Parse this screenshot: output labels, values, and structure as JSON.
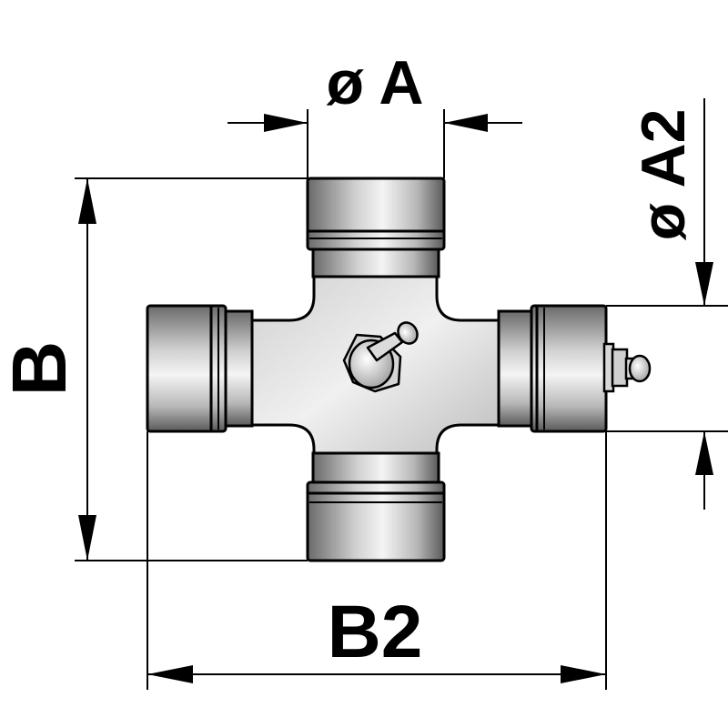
{
  "labels": {
    "dim_a": "ø A",
    "dim_a2": "ø A2",
    "dim_b": "B",
    "dim_b2": "B2"
  },
  "colors": {
    "stroke": "#000000",
    "background": "#ffffff",
    "cup_dark": "#555555",
    "cup_light": "#f2f2f2",
    "body_mid": "#c8c8c8",
    "body_light": "#eeeeee"
  }
}
